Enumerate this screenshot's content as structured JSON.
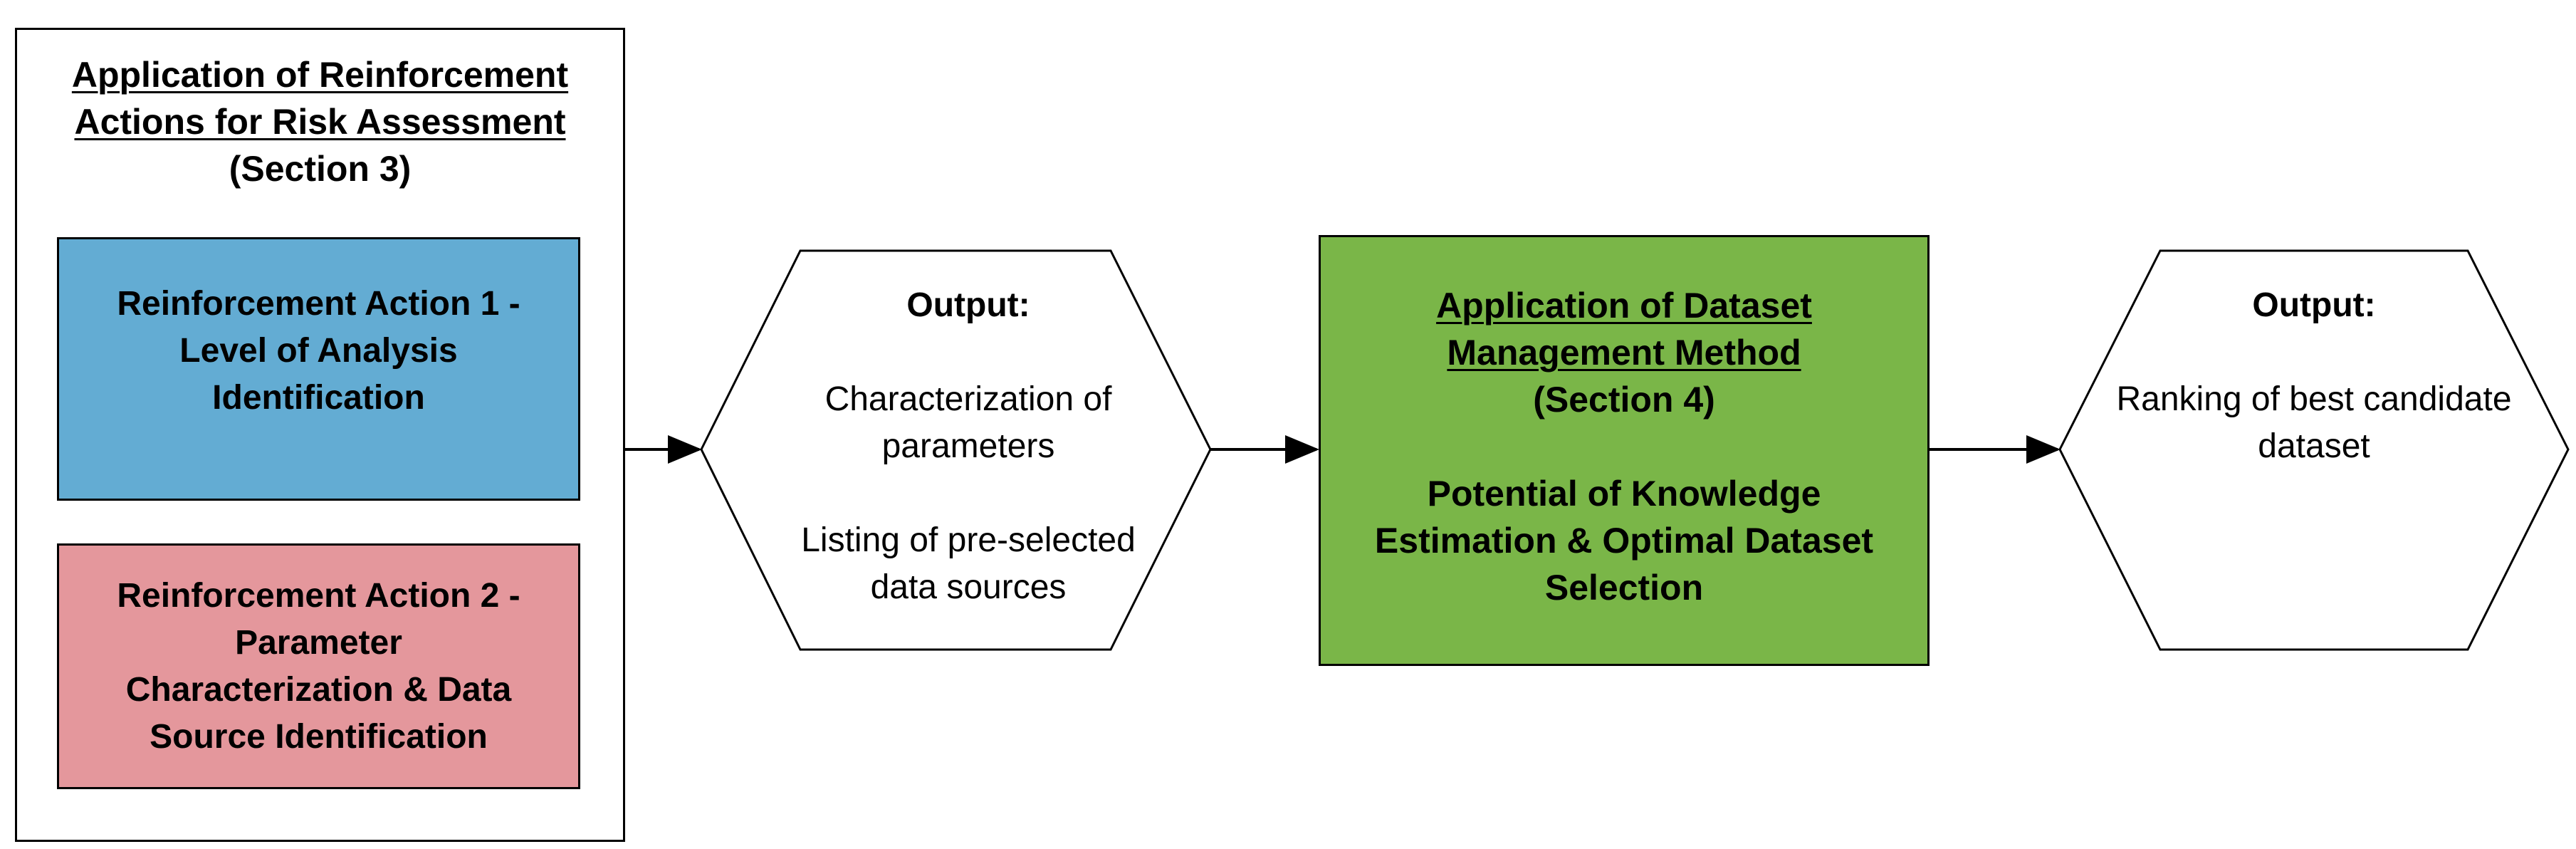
{
  "colors": {
    "blue": "#63ACD3",
    "pink": "#E4979C",
    "green": "#7AB648",
    "stroke": "#000000",
    "background": "#FFFFFF"
  },
  "left_panel": {
    "title_line1": "Application of Reinforcement",
    "title_line2": "Actions for Risk Assessment",
    "section": "(Section 3)",
    "action1": {
      "line1": "Reinforcement Action 1 -",
      "line2": "Level of Analysis",
      "line3": "Identification"
    },
    "action2": {
      "line1": "Reinforcement Action 2 -",
      "line2": "Parameter",
      "line3": "Characterization & Data",
      "line4": "Source Identification"
    }
  },
  "output1": {
    "heading": "Output:",
    "line1": "Characterization of",
    "line2": "parameters",
    "line3": "Listing of pre-selected",
    "line4": "data sources"
  },
  "dataset_box": {
    "title_line1": "Application of Dataset",
    "title_line2": "Management Method",
    "section": "(Section 4)",
    "body_line1": "Potential of Knowledge",
    "body_line2": "Estimation & Optimal Dataset",
    "body_line3": "Selection"
  },
  "output2": {
    "heading": "Output:",
    "line1": "Ranking of best candidate",
    "line2": "dataset"
  }
}
